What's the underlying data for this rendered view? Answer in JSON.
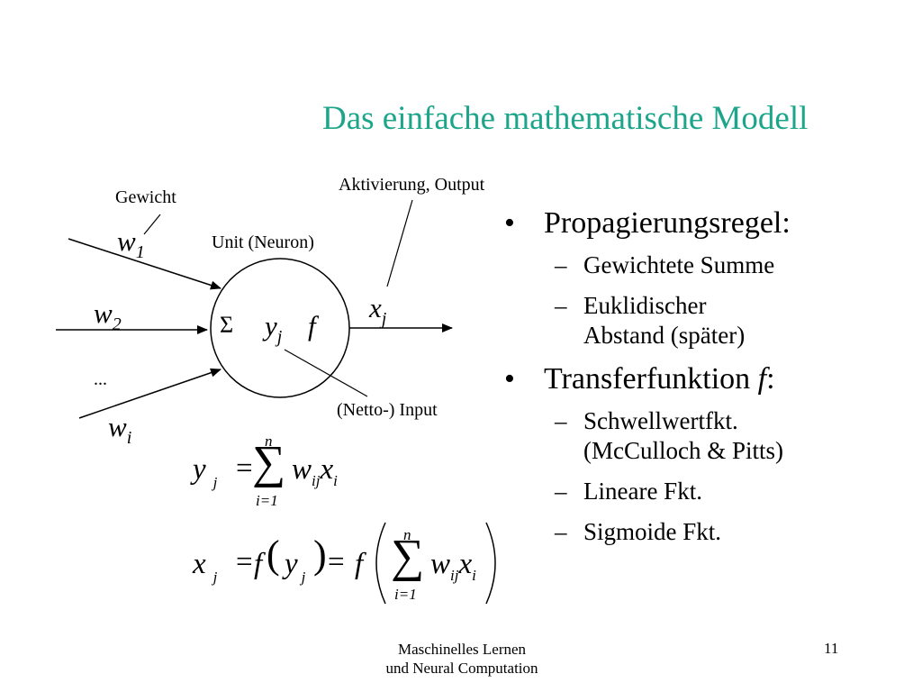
{
  "slide": {
    "title": "Das einfache mathematische Modell",
    "page_number": "11",
    "footer_line1": "Maschinelles Lernen",
    "footer_line2": "und Neural Computation"
  },
  "diagram": {
    "label_weight": "Gewicht",
    "label_unit": "Unit (Neuron)",
    "label_activation": "Aktivierung, Output",
    "label_net_input": "(Netto-) Input",
    "w1_base": "w",
    "w1_sub": "1",
    "w2_base": "w",
    "w2_sub": "2",
    "wi_base": "w",
    "wi_sub": "i",
    "ellipsis": "...",
    "sigma": "Σ",
    "yj_base": "y",
    "yj_sub": "j",
    "f": "f",
    "xj_base": "x",
    "xj_sub": "j"
  },
  "bullets": {
    "item1": "Propagierungsregel:",
    "item1_sub1": "Gewichtete Summe",
    "item1_sub2_line1": "Euklidischer",
    "item1_sub2_line2": "Abstand (später)",
    "item2_text": "Transferfunktion ",
    "item2_var": "f",
    "item2_colon": ":",
    "item2_sub1_line1": "Schwellwertfkt.",
    "item2_sub1_line2": "(McCulloch & Pitts)",
    "item2_sub2": "Lineare Fkt.",
    "item2_sub3": "Sigmoide Fkt."
  },
  "formulas": {
    "f1_y": "y",
    "f1_j": "j",
    "f1_eq": "=",
    "f1_sum": "∑",
    "f1_upper": "n",
    "f1_lower": "i=1",
    "f1_w": "w",
    "f1_ij": "ij",
    "f1_x": "x",
    "f1_i": "i",
    "f2_x": "x",
    "f2_j": "j",
    "f2_eq1": "=",
    "f2_f1": "f",
    "f2_lparen": "(",
    "f2_y": "y",
    "f2_yj": "j",
    "f2_rparen": ")",
    "f2_eq2": "=",
    "f2_f2": "f",
    "f2_sum": "∑",
    "f2_upper": "n",
    "f2_lower": "i=1",
    "f2_w": "w",
    "f2_ij": "ij",
    "f2_xi": "x",
    "f2_i": "i"
  }
}
